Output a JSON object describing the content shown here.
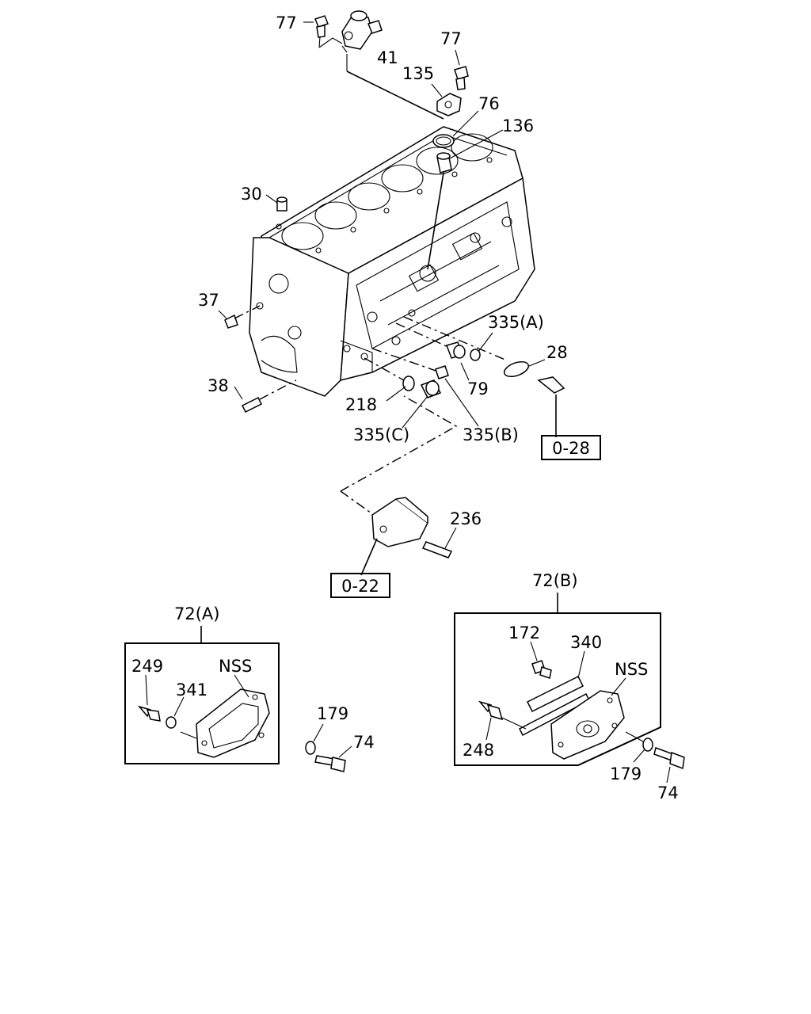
{
  "labels": {
    "p77a": "77",
    "p41": "41",
    "p77b": "77",
    "p135": "135",
    "p76": "76",
    "p136": "136",
    "p30": "30",
    "p37": "37",
    "p335a": "335(A)",
    "p28": "28",
    "p79": "79",
    "p38": "38",
    "p218": "218",
    "p335c": "335(C)",
    "p335b": "335(B)",
    "p236": "236",
    "p72a": "72(A)",
    "p249": "249",
    "p341": "341",
    "nssA": "NSS",
    "p179a": "179",
    "p74a": "74",
    "p72b": "72(B)",
    "p172": "172",
    "p340": "340",
    "nssB": "NSS",
    "p248": "248",
    "p179b": "179",
    "p74b": "74"
  },
  "refs": {
    "r028": "0-28",
    "r022": "0-22"
  }
}
